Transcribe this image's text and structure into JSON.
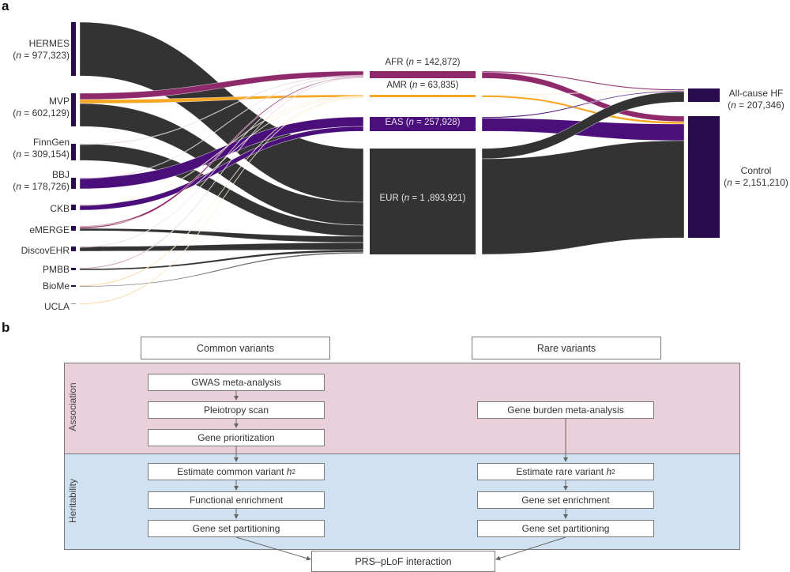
{
  "panel_a": {
    "letter": "a",
    "title": "",
    "sources": [
      {
        "name": "HERMES",
        "n": "977,323",
        "value": 977323
      },
      {
        "name": "MVP",
        "n": "602,129",
        "value": 602129
      },
      {
        "name": "FinnGen",
        "n": "309,154",
        "value": 309154
      },
      {
        "name": "BBJ",
        "n": "178,726",
        "value": 178726
      },
      {
        "name": "CKB",
        "n": "",
        "value": null
      },
      {
        "name": "eMERGE",
        "n": "",
        "value": null
      },
      {
        "name": "DiscovEHR",
        "n": "",
        "value": null
      },
      {
        "name": "PMBB",
        "n": "",
        "value": null
      },
      {
        "name": "BioMe",
        "n": "",
        "value": null
      },
      {
        "name": "UCLA",
        "n": "",
        "value": null
      }
    ],
    "ancestries": [
      {
        "name": "AFR",
        "n": "142,872",
        "value": 142872,
        "color": "#8e2a6b"
      },
      {
        "name": "AMR",
        "n": "63,835",
        "value": 63835,
        "color": "#f5a623"
      },
      {
        "name": "EAS",
        "n": "257,928",
        "value": 257928,
        "color": "#4a0f7a"
      },
      {
        "name": "EUR",
        "n": "1 ,893,921",
        "value": 1893921,
        "color": "#333333"
      }
    ],
    "outcomes": [
      {
        "name": "All-cause HF",
        "n": "207,346",
        "value": 207346
      },
      {
        "name": "Control",
        "n": "2,151,210",
        "value": 2151210
      }
    ],
    "n_prefix": "n",
    "node_color": "#2a0b4e"
  },
  "panel_b": {
    "letter": "b",
    "columns": {
      "common": "Common variants",
      "rare": "Rare variants"
    },
    "bands": {
      "association": {
        "label": "Association",
        "color": "#e9d0db"
      },
      "heritability": {
        "label": "Heritability",
        "color": "#d0e1f1"
      }
    },
    "common_steps": [
      "GWAS meta-analysis",
      "Pleiotropy scan",
      "Gene prioritization",
      "Estimate common variant h",
      "Functional enrichment",
      "Gene set partitioning"
    ],
    "rare_steps": [
      "Gene burden meta-analysis",
      "Estimate rare variant h",
      "Gene set enrichment",
      "Gene set partitioning"
    ],
    "superscript": "2",
    "final_step": "PRS–pLoF interaction"
  }
}
